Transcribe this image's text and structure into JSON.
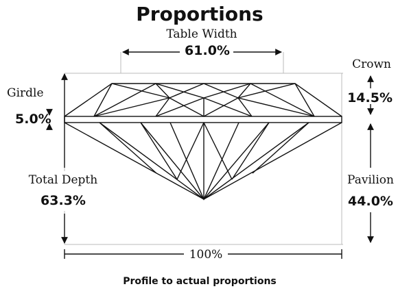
{
  "title": "Proportions",
  "table_width": {
    "label": "Table Width",
    "value": "61.0%"
  },
  "crown": {
    "label": "Crown",
    "value": "14.5%"
  },
  "girdle": {
    "label": "Girdle",
    "value": "5.0%"
  },
  "total_depth": {
    "label": "Total Depth",
    "value": "63.3%"
  },
  "pavilion": {
    "label": "Pavilion",
    "value": "44.0%"
  },
  "diameter": {
    "value": "100%"
  },
  "caption": "Profile to actual proportions",
  "colors": {
    "line": "#111111",
    "guide": "#bbbbbb",
    "text": "#111111"
  }
}
